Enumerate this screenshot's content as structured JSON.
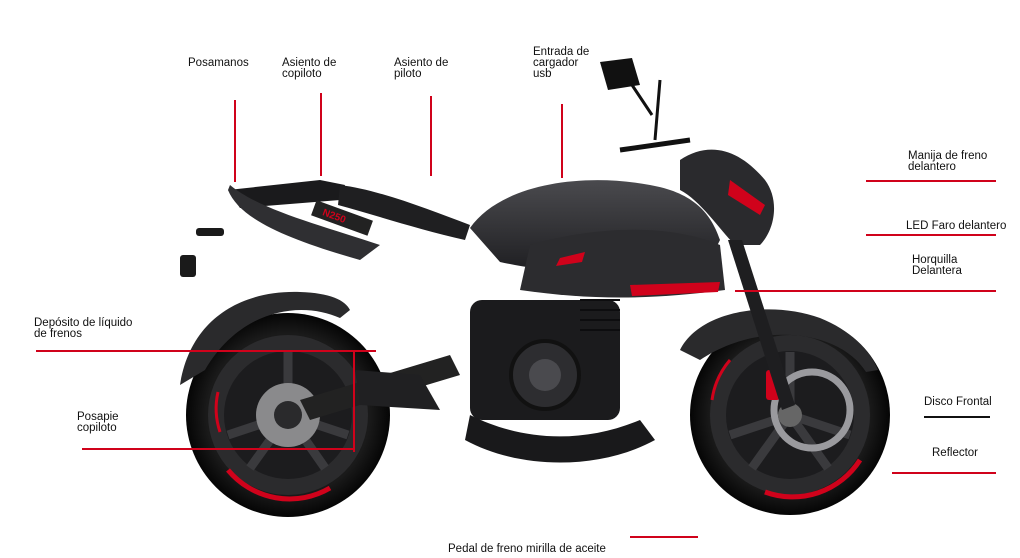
{
  "labels": {
    "posamanos": "Posamanos",
    "asiento_copiloto": "Asiento de\ncopiloto",
    "asiento_piloto": "Asiento de\npiloto",
    "entrada_usb": "Entrada de\ncargador\nusb",
    "manija_freno": "Manija de freno\ndelantero",
    "led_faro": "LED Faro delantero",
    "horquilla": "Horquilla\nDelantera",
    "deposito_frenos": "Depósito de líquido\nde frenos",
    "posapie": "Posapie\ncopiloto",
    "disco_frontal": "Disco Frontal",
    "reflector": "Reflector",
    "pedal_freno": "Pedal de freno mirilla de aceite"
  },
  "bike": {
    "badge": "N250"
  },
  "colors": {
    "leader": "#d0021b",
    "body": "#2a2a2c",
    "accent": "#c8102e"
  }
}
